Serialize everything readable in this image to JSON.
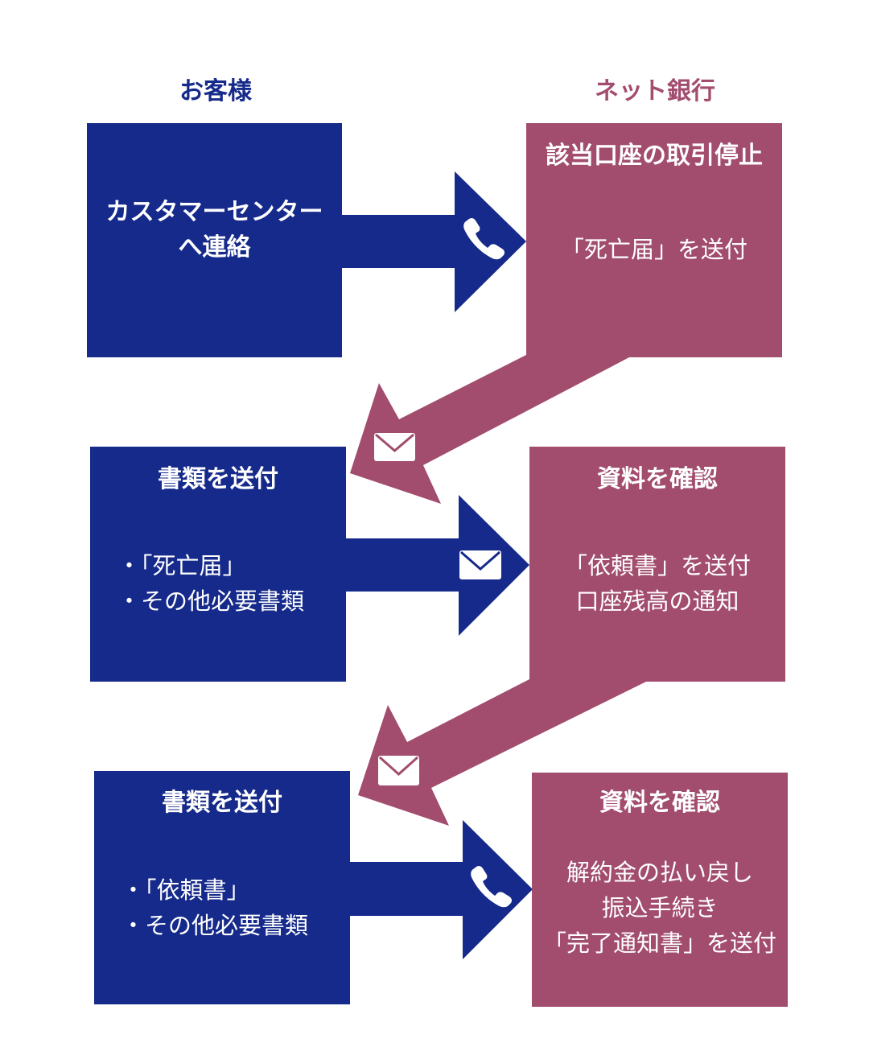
{
  "headers": {
    "customer": "お客様",
    "bank": "ネット銀行"
  },
  "colors": {
    "customer": "#152a8a",
    "bank": "#a24c6e",
    "icon": "#ffffff"
  },
  "steps": [
    {
      "customer": {
        "title_lines": [
          "カスタマーセンター",
          "へ連絡"
        ]
      },
      "arrow_right_icon": "phone-icon",
      "bank": {
        "title": "該当口座の取引停止",
        "lines": [
          "「死亡届」を送付"
        ]
      },
      "arrow_back_icon": "envelope-icon"
    },
    {
      "customer": {
        "title": "書類を送付",
        "items": [
          "・「死亡届」",
          "・その他必要書類"
        ]
      },
      "arrow_right_icon": "envelope-icon",
      "bank": {
        "title": "資料を確認",
        "lines": [
          "「依頼書」を送付",
          "口座残高の通知"
        ]
      },
      "arrow_back_icon": "envelope-icon"
    },
    {
      "customer": {
        "title": "書類を送付",
        "items": [
          "・「依頼書」",
          "・その他必要書類"
        ]
      },
      "arrow_right_icon": "phone-icon",
      "bank": {
        "title": "資料を確認",
        "lines": [
          "解約金の払い戻し",
          "振込手続き",
          "「完了通知書」を送付"
        ]
      }
    }
  ]
}
